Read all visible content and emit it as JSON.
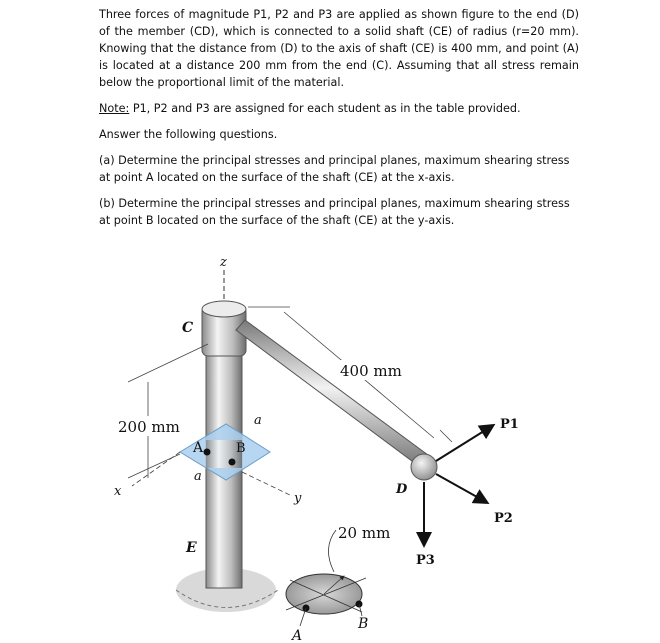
{
  "problem": {
    "statement": "Three forces of magnitude P1, P2 and P3 are applied as shown figure to the end (D) of the member (CD), which is connected to a solid shaft (CE) of radius (r=20 mm). Knowing that the distance from (D) to the axis of shaft (CE) is 400 mm, and point (A) is located at a distance 200 mm from the end (C). Assuming that all stress remain below the proportional limit of the material.",
    "note_label": "Note:",
    "note_text": " P1, P2 and P3 are assigned for each student as in the table provided.",
    "instruction": "Answer the following questions.",
    "question_a": "(a) Determine the principal stresses and principal planes, maximum shearing stress at point A located on the surface of the shaft (CE) at the x-axis.",
    "question_b": "(b) Determine the principal stresses and principal planes, maximum shearing stress at point B located on the surface of the shaft (CE) at the y-axis."
  },
  "figure": {
    "axis_z": "z",
    "axis_x": "x",
    "axis_y": "y",
    "label_C": "C",
    "label_D": "D",
    "label_E": "E",
    "label_A": "A",
    "label_B": "B",
    "label_a_top": "a",
    "label_a_bottom": "a",
    "dim_400": "400 mm",
    "dim_200": "200 mm",
    "dim_20": "20 mm",
    "force_P1": "P1",
    "force_P2": "P2",
    "force_P3": "P3",
    "section_A": "A",
    "section_B": "B"
  }
}
